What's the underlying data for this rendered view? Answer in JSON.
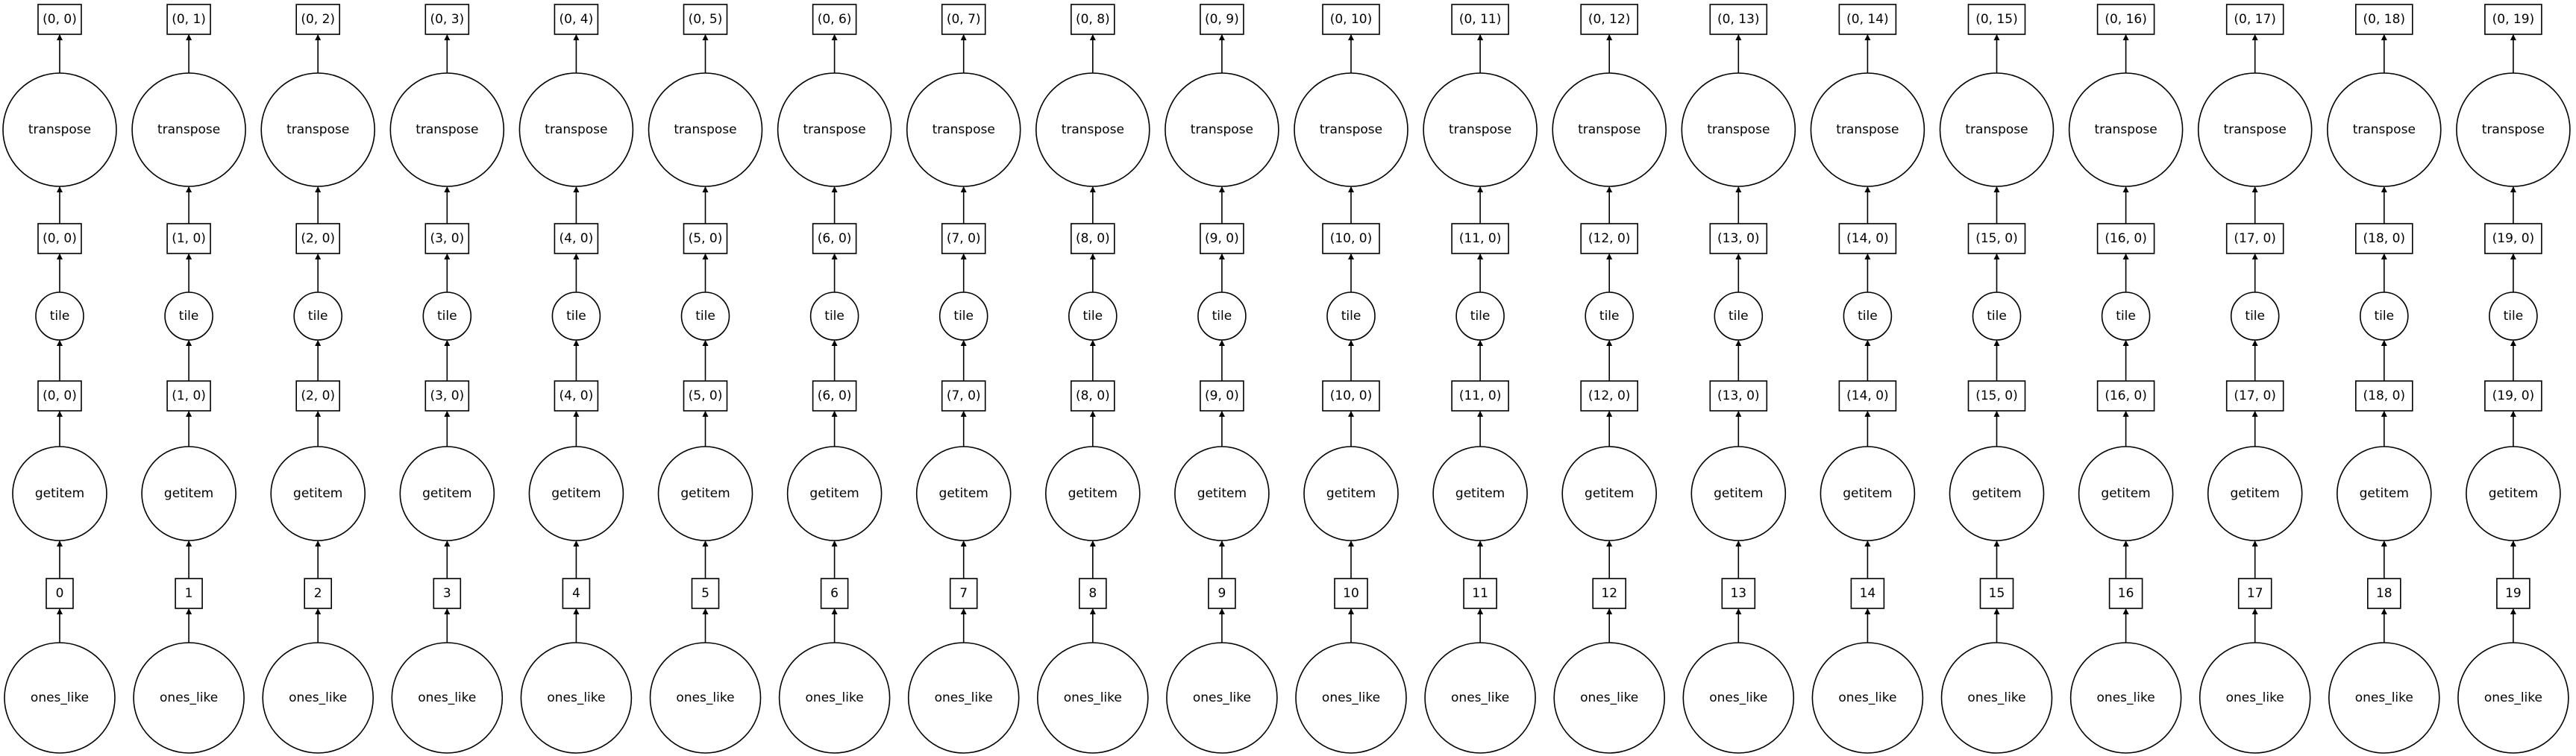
{
  "diagram": {
    "columns": [
      {
        "output": "(0, 0)",
        "transpose": "transpose",
        "transposed_input": "(0, 0)",
        "tile": "tile",
        "tile_input": "(0, 0)",
        "getitem": "getitem",
        "index": "0",
        "source": "ones_like"
      },
      {
        "output": "(0, 1)",
        "transpose": "transpose",
        "transposed_input": "(1, 0)",
        "tile": "tile",
        "tile_input": "(1, 0)",
        "getitem": "getitem",
        "index": "1",
        "source": "ones_like"
      },
      {
        "output": "(0, 2)",
        "transpose": "transpose",
        "transposed_input": "(2, 0)",
        "tile": "tile",
        "tile_input": "(2, 0)",
        "getitem": "getitem",
        "index": "2",
        "source": "ones_like"
      },
      {
        "output": "(0, 3)",
        "transpose": "transpose",
        "transposed_input": "(3, 0)",
        "tile": "tile",
        "tile_input": "(3, 0)",
        "getitem": "getitem",
        "index": "3",
        "source": "ones_like"
      },
      {
        "output": "(0, 4)",
        "transpose": "transpose",
        "transposed_input": "(4, 0)",
        "tile": "tile",
        "tile_input": "(4, 0)",
        "getitem": "getitem",
        "index": "4",
        "source": "ones_like"
      },
      {
        "output": "(0, 5)",
        "transpose": "transpose",
        "transposed_input": "(5, 0)",
        "tile": "tile",
        "tile_input": "(5, 0)",
        "getitem": "getitem",
        "index": "5",
        "source": "ones_like"
      },
      {
        "output": "(0, 6)",
        "transpose": "transpose",
        "transposed_input": "(6, 0)",
        "tile": "tile",
        "tile_input": "(6, 0)",
        "getitem": "getitem",
        "index": "6",
        "source": "ones_like"
      },
      {
        "output": "(0, 7)",
        "transpose": "transpose",
        "transposed_input": "(7, 0)",
        "tile": "tile",
        "tile_input": "(7, 0)",
        "getitem": "getitem",
        "index": "7",
        "source": "ones_like"
      },
      {
        "output": "(0, 8)",
        "transpose": "transpose",
        "transposed_input": "(8, 0)",
        "tile": "tile",
        "tile_input": "(8, 0)",
        "getitem": "getitem",
        "index": "8",
        "source": "ones_like"
      },
      {
        "output": "(0, 9)",
        "transpose": "transpose",
        "transposed_input": "(9, 0)",
        "tile": "tile",
        "tile_input": "(9, 0)",
        "getitem": "getitem",
        "index": "9",
        "source": "ones_like"
      },
      {
        "output": "(0, 10)",
        "transpose": "transpose",
        "transposed_input": "(10, 0)",
        "tile": "tile",
        "tile_input": "(10, 0)",
        "getitem": "getitem",
        "index": "10",
        "source": "ones_like"
      },
      {
        "output": "(0, 11)",
        "transpose": "transpose",
        "transposed_input": "(11, 0)",
        "tile": "tile",
        "tile_input": "(11, 0)",
        "getitem": "getitem",
        "index": "11",
        "source": "ones_like"
      },
      {
        "output": "(0, 12)",
        "transpose": "transpose",
        "transposed_input": "(12, 0)",
        "tile": "tile",
        "tile_input": "(12, 0)",
        "getitem": "getitem",
        "index": "12",
        "source": "ones_like"
      },
      {
        "output": "(0, 13)",
        "transpose": "transpose",
        "transposed_input": "(13, 0)",
        "tile": "tile",
        "tile_input": "(13, 0)",
        "getitem": "getitem",
        "index": "13",
        "source": "ones_like"
      },
      {
        "output": "(0, 14)",
        "transpose": "transpose",
        "transposed_input": "(14, 0)",
        "tile": "tile",
        "tile_input": "(14, 0)",
        "getitem": "getitem",
        "index": "14",
        "source": "ones_like"
      },
      {
        "output": "(0, 15)",
        "transpose": "transpose",
        "transposed_input": "(15, 0)",
        "tile": "tile",
        "tile_input": "(15, 0)",
        "getitem": "getitem",
        "index": "15",
        "source": "ones_like"
      },
      {
        "output": "(0, 16)",
        "transpose": "transpose",
        "transposed_input": "(16, 0)",
        "tile": "tile",
        "tile_input": "(16, 0)",
        "getitem": "getitem",
        "index": "16",
        "source": "ones_like"
      },
      {
        "output": "(0, 17)",
        "transpose": "transpose",
        "transposed_input": "(17, 0)",
        "tile": "tile",
        "tile_input": "(17, 0)",
        "getitem": "getitem",
        "index": "17",
        "source": "ones_like"
      },
      {
        "output": "(0, 18)",
        "transpose": "transpose",
        "transposed_input": "(18, 0)",
        "tile": "tile",
        "tile_input": "(18, 0)",
        "getitem": "getitem",
        "index": "18",
        "source": "ones_like"
      },
      {
        "output": "(0, 19)",
        "transpose": "transpose",
        "transposed_input": "(19, 0)",
        "tile": "tile",
        "tile_input": "(19, 0)",
        "getitem": "getitem",
        "index": "19",
        "source": "ones_like"
      }
    ]
  }
}
